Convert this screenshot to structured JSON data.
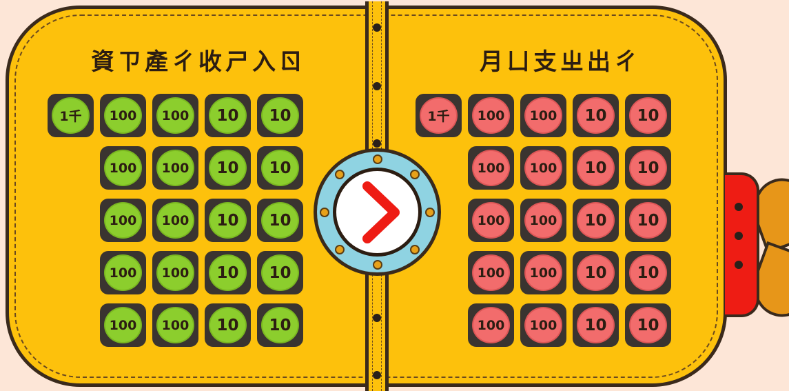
{
  "income": {
    "title": "資ㄗ產ㄔ收ㄕ入ㄖ",
    "rows": [
      [
        "1千",
        "100",
        "100",
        "10",
        "10"
      ],
      [
        "100",
        "100",
        "10",
        "10"
      ],
      [
        "100",
        "100",
        "10",
        "10"
      ],
      [
        "100",
        "100",
        "10",
        "10"
      ],
      [
        "100",
        "100",
        "10",
        "10"
      ]
    ]
  },
  "expense": {
    "title": "月ㄩ支ㄓ出ㄔ",
    "rows": [
      [
        "1千",
        "100",
        "100",
        "10",
        "10"
      ],
      [
        "100",
        "100",
        "10",
        "10"
      ],
      [
        "100",
        "100",
        "10",
        "10"
      ],
      [
        "100",
        "100",
        "10",
        "10"
      ],
      [
        "100",
        "100",
        "10",
        "10"
      ]
    ]
  },
  "icons": {
    "next": "chevron-right-icon"
  },
  "colors": {
    "background": "#fde6d7",
    "panel": "#fdc10c",
    "income_coin": "#8cce2d",
    "expense_coin": "#f26c6c",
    "next_arrow": "#ee1c14",
    "porthole_ring": "#8fd3e2",
    "side_tab": "#ee1c14"
  }
}
